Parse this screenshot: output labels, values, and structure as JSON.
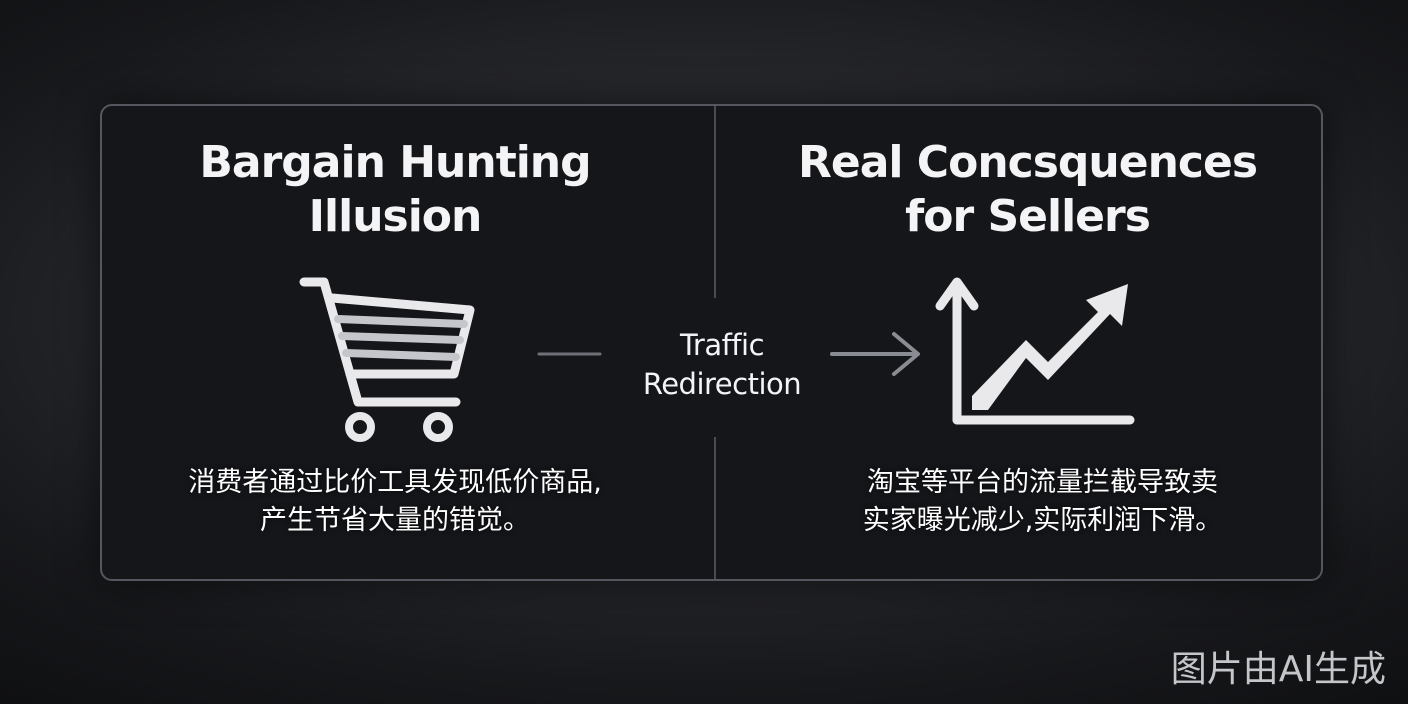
{
  "left": {
    "title_lines": [
      "Bargain Hunting",
      "Illusion"
    ],
    "description_lines": [
      "消费者通过比价工具发现低价商品,",
      "产生节省大量的错觉。"
    ],
    "icon": "shopping-cart-icon"
  },
  "middle": {
    "label_lines": [
      "Traffic",
      "Redirection"
    ],
    "icon": "arrow-right-icon"
  },
  "right": {
    "title_lines": [
      "Real Concsquences",
      "for Sellers"
    ],
    "description_lines": [
      "淘宝等平台的流量拦截导致卖",
      "实家曝光减少,实际利润下滑。"
    ],
    "icon": "trending-up-chart-icon"
  },
  "watermark": "图片由AI生成",
  "colors": {
    "panel_background": "#15161a",
    "border": "#55575e",
    "text": "#f4f4f6",
    "icon": "#e9e9ec"
  }
}
